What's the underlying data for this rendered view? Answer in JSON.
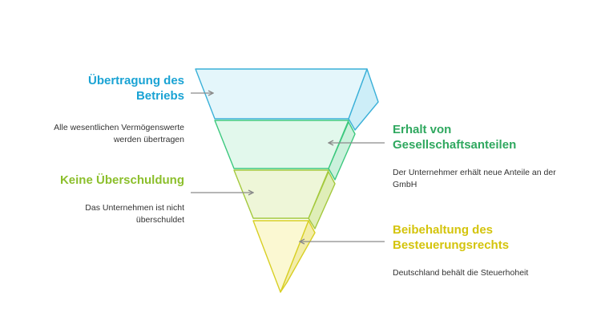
{
  "colors": {
    "layer1": {
      "stroke": "#3ab0d8",
      "fill": "#e4f6fb",
      "side": "#cdeef8",
      "title": "#1aa3d4"
    },
    "layer2": {
      "stroke": "#3cc87e",
      "fill": "#e2f8ec",
      "side": "#cbf1dc",
      "title": "#2fa85f"
    },
    "layer3": {
      "stroke": "#a4c93d",
      "fill": "#eef6d8",
      "side": "#dfeeb8",
      "title": "#8cbf2c"
    },
    "layer4": {
      "stroke": "#d8cf24",
      "fill": "#fbf8d2",
      "side": "#f3edaa",
      "title": "#d4c40c"
    },
    "arrow": "#8a8a8a"
  },
  "layers": [
    {
      "title": "Übertragung des Betriebs",
      "description": "Alle wesentlichen Vermögenswerte werden übertragen",
      "side": "left",
      "icon": "arrow-right-icon"
    },
    {
      "title": "Erhalt von Gesellschaftsanteilen",
      "description": "Der Unternehmer erhält neue Anteile an der GmbH",
      "side": "right",
      "icon": "arrow-left-icon"
    },
    {
      "title": "Keine Überschuldung",
      "description": "Das Unternehmen ist nicht überschuldet",
      "side": "left",
      "icon": "arrow-right-icon"
    },
    {
      "title": "Beibehaltung des Besteuerungsrechts",
      "description": "Deutschland behält die Steuerhoheit",
      "side": "right",
      "icon": "arrow-left-icon"
    }
  ]
}
